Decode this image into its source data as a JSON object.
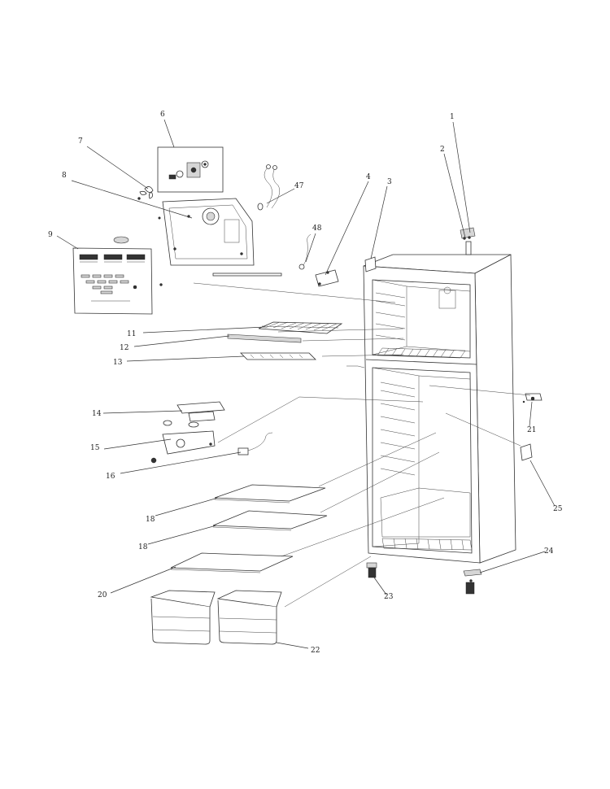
{
  "diagram": {
    "callouts": [
      {
        "id": "c1",
        "number": "1"
      },
      {
        "id": "c2",
        "number": "2"
      },
      {
        "id": "c3",
        "number": "3"
      },
      {
        "id": "c4",
        "number": "4"
      },
      {
        "id": "c6",
        "number": "6"
      },
      {
        "id": "c7",
        "number": "7"
      },
      {
        "id": "c8",
        "number": "8"
      },
      {
        "id": "c9",
        "number": "9"
      },
      {
        "id": "c47",
        "number": "47"
      },
      {
        "id": "c48",
        "number": "48"
      },
      {
        "id": "c11",
        "number": "11"
      },
      {
        "id": "c12",
        "number": "12"
      },
      {
        "id": "c13",
        "number": "13"
      },
      {
        "id": "c14",
        "number": "14"
      },
      {
        "id": "c15",
        "number": "15"
      },
      {
        "id": "c16",
        "number": "16"
      },
      {
        "id": "c18a",
        "number": "18"
      },
      {
        "id": "c18b",
        "number": "18"
      },
      {
        "id": "c20",
        "number": "20"
      },
      {
        "id": "c21",
        "number": "21"
      },
      {
        "id": "c22",
        "number": "22"
      },
      {
        "id": "c23",
        "number": "23"
      },
      {
        "id": "c24",
        "number": "24"
      },
      {
        "id": "c25",
        "number": "25"
      }
    ]
  }
}
